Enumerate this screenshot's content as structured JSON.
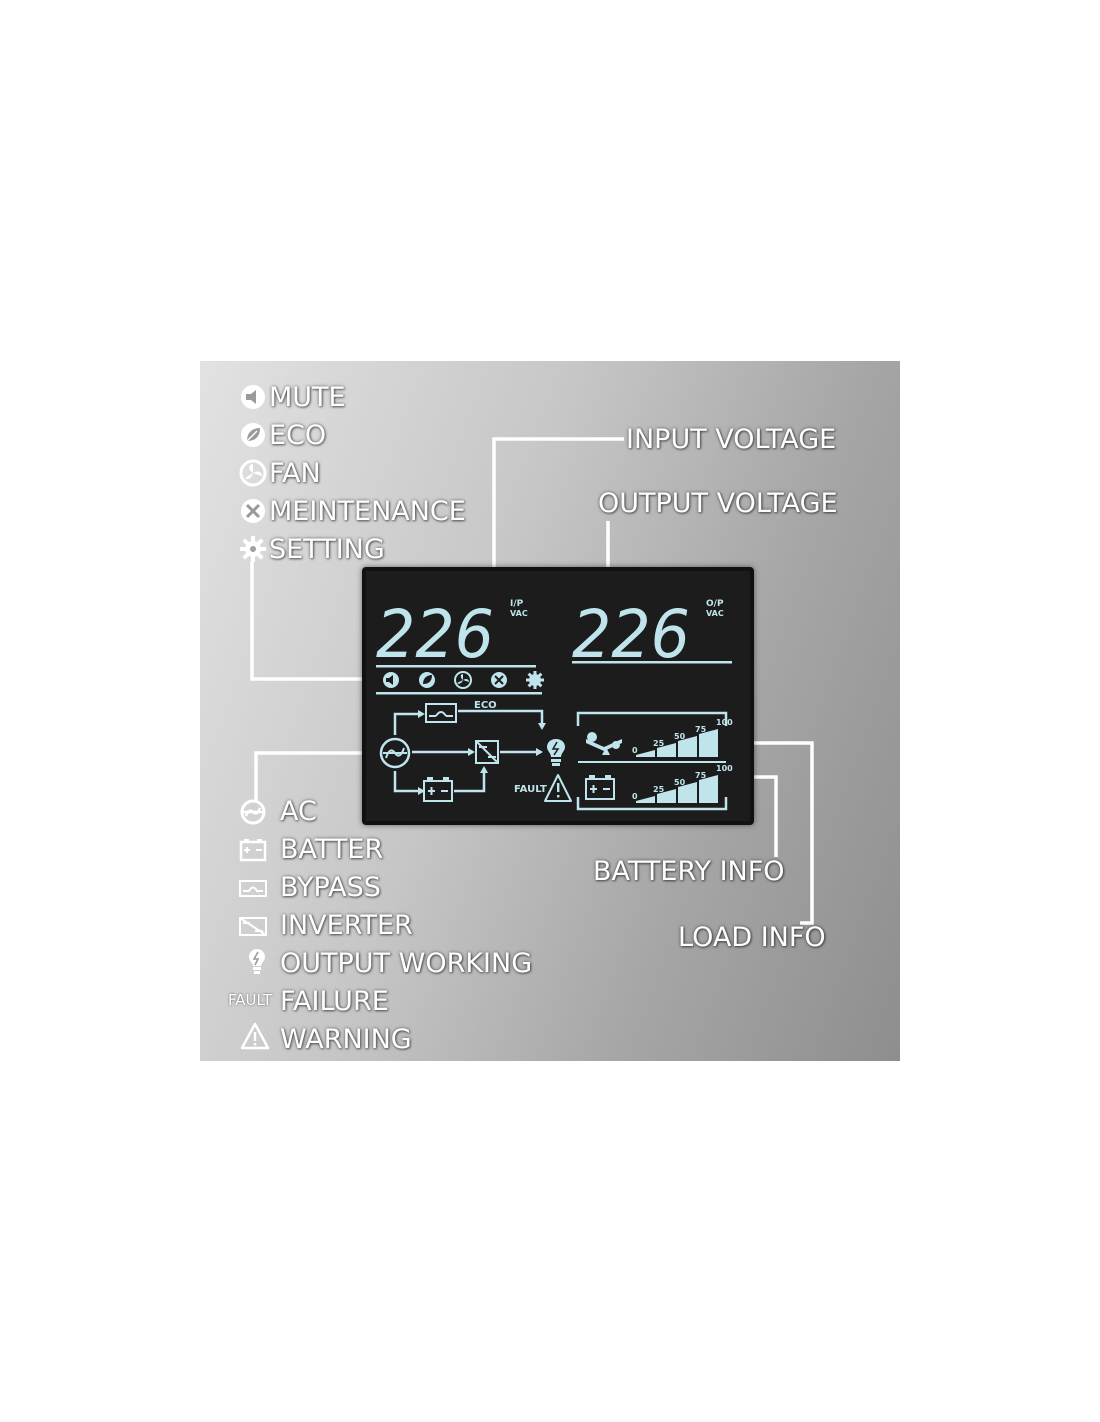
{
  "legend_top": [
    {
      "label": "MUTE",
      "icon": "mute-icon"
    },
    {
      "label": "ECO",
      "icon": "eco-icon"
    },
    {
      "label": "FAN",
      "icon": "fan-icon"
    },
    {
      "label": "MEINTENANCE",
      "icon": "maintenance-icon"
    },
    {
      "label": "SETTING",
      "icon": "setting-icon"
    }
  ],
  "legend_bottom": [
    {
      "label": "AC",
      "icon": "ac-icon"
    },
    {
      "label": "BATTER",
      "icon": "battery-icon"
    },
    {
      "label": "BYPASS",
      "icon": "bypass-icon"
    },
    {
      "label": "INVERTER",
      "icon": "inverter-icon"
    },
    {
      "label": "OUTPUT WORKING",
      "icon": "bulb-icon"
    },
    {
      "label": "FAILURE",
      "icon": "fault-icon",
      "icon_text": "FAULT"
    },
    {
      "label": "WARNING",
      "icon": "warning-icon"
    }
  ],
  "callouts": {
    "input_voltage": "INPUT VOLTAGE",
    "output_voltage": "OUTPUT VOLTAGE",
    "battery_info": "BATTERY INFO",
    "load_info": "LOAD INFO"
  },
  "lcd": {
    "input_value": "226",
    "input_tag_top": "I/P",
    "input_tag_bottom": "VAC",
    "output_value": "226",
    "output_tag_top": "O/P",
    "output_tag_bottom": "VAC",
    "eco_label": "ECO",
    "fault_label": "FAULT",
    "scale_ticks": [
      "0",
      "25",
      "50",
      "75",
      "100"
    ]
  },
  "colors": {
    "lcd_segment": "#bfe4ec",
    "lcd_background": "#1c1c1c",
    "label_text": "#ffffff"
  }
}
